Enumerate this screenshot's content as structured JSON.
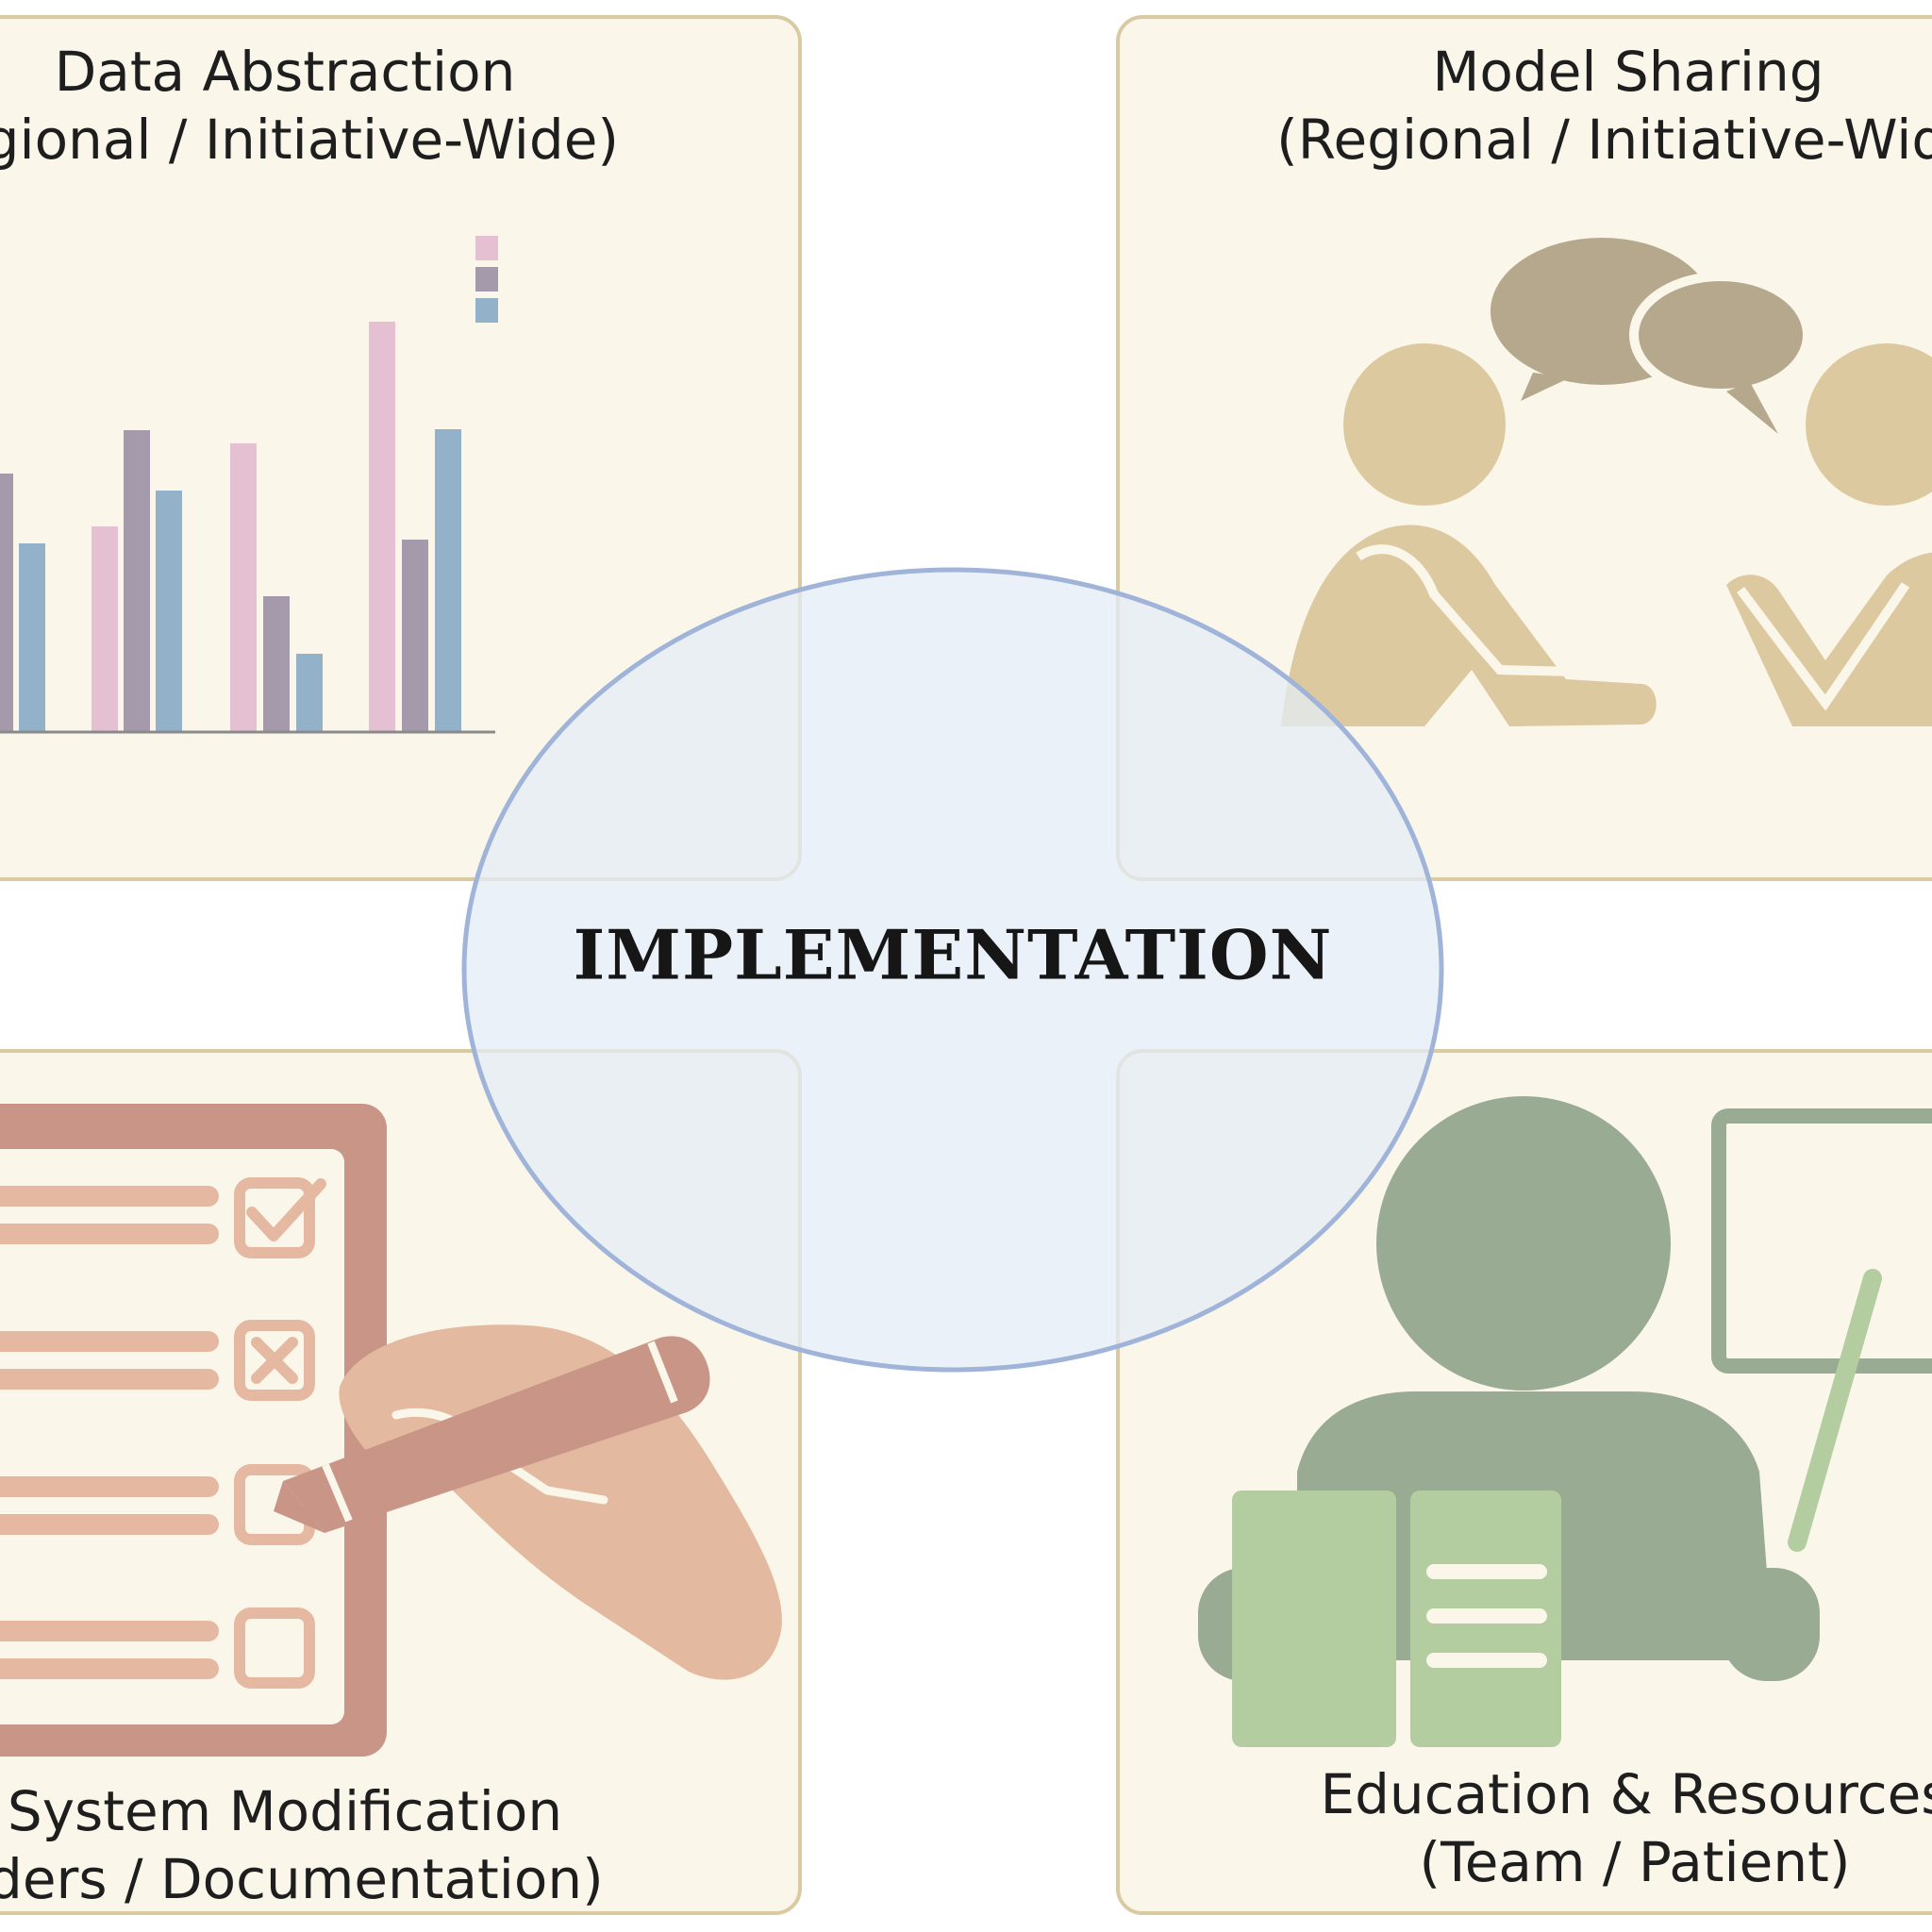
{
  "center": {
    "label": "IMPLEMENTATION",
    "fill": "#e4ecf6",
    "stroke": "#9fb4d8"
  },
  "panels": {
    "data_abstraction": {
      "line1": "Data Abstraction",
      "line2": "egional / Initiative-Wide)",
      "icon": "bar-chart-icon"
    },
    "model_sharing": {
      "line1": "Model Sharing",
      "line2": "(Regional / Initiative-Wide",
      "icon": "two-people-talking-icon"
    },
    "system_modification": {
      "line1": "System Modification",
      "line2": "rders / Documentation)",
      "icon": "checklist-with-pencil-icon"
    },
    "education_resources": {
      "line1": "Education & Resources",
      "line2": "(Team / Patient)",
      "icon": "teacher-with-board-and-book-icon"
    }
  },
  "colors": {
    "panel_fill": "#faf7ea",
    "panel_border": "#d9caa2",
    "chart_pink": "#e5bfd2",
    "chart_mauve": "#a49aab",
    "chart_blue": "#93b1c9",
    "people": "#dcc99f",
    "bubbles": "#b6a88d",
    "clipboard": "#c99586",
    "checklist_lines": "#e5b9a1",
    "hand": "#e3b9a0",
    "teacher": "#9aab93",
    "book": "#b3cda0",
    "pointer": "#b3cda0"
  }
}
